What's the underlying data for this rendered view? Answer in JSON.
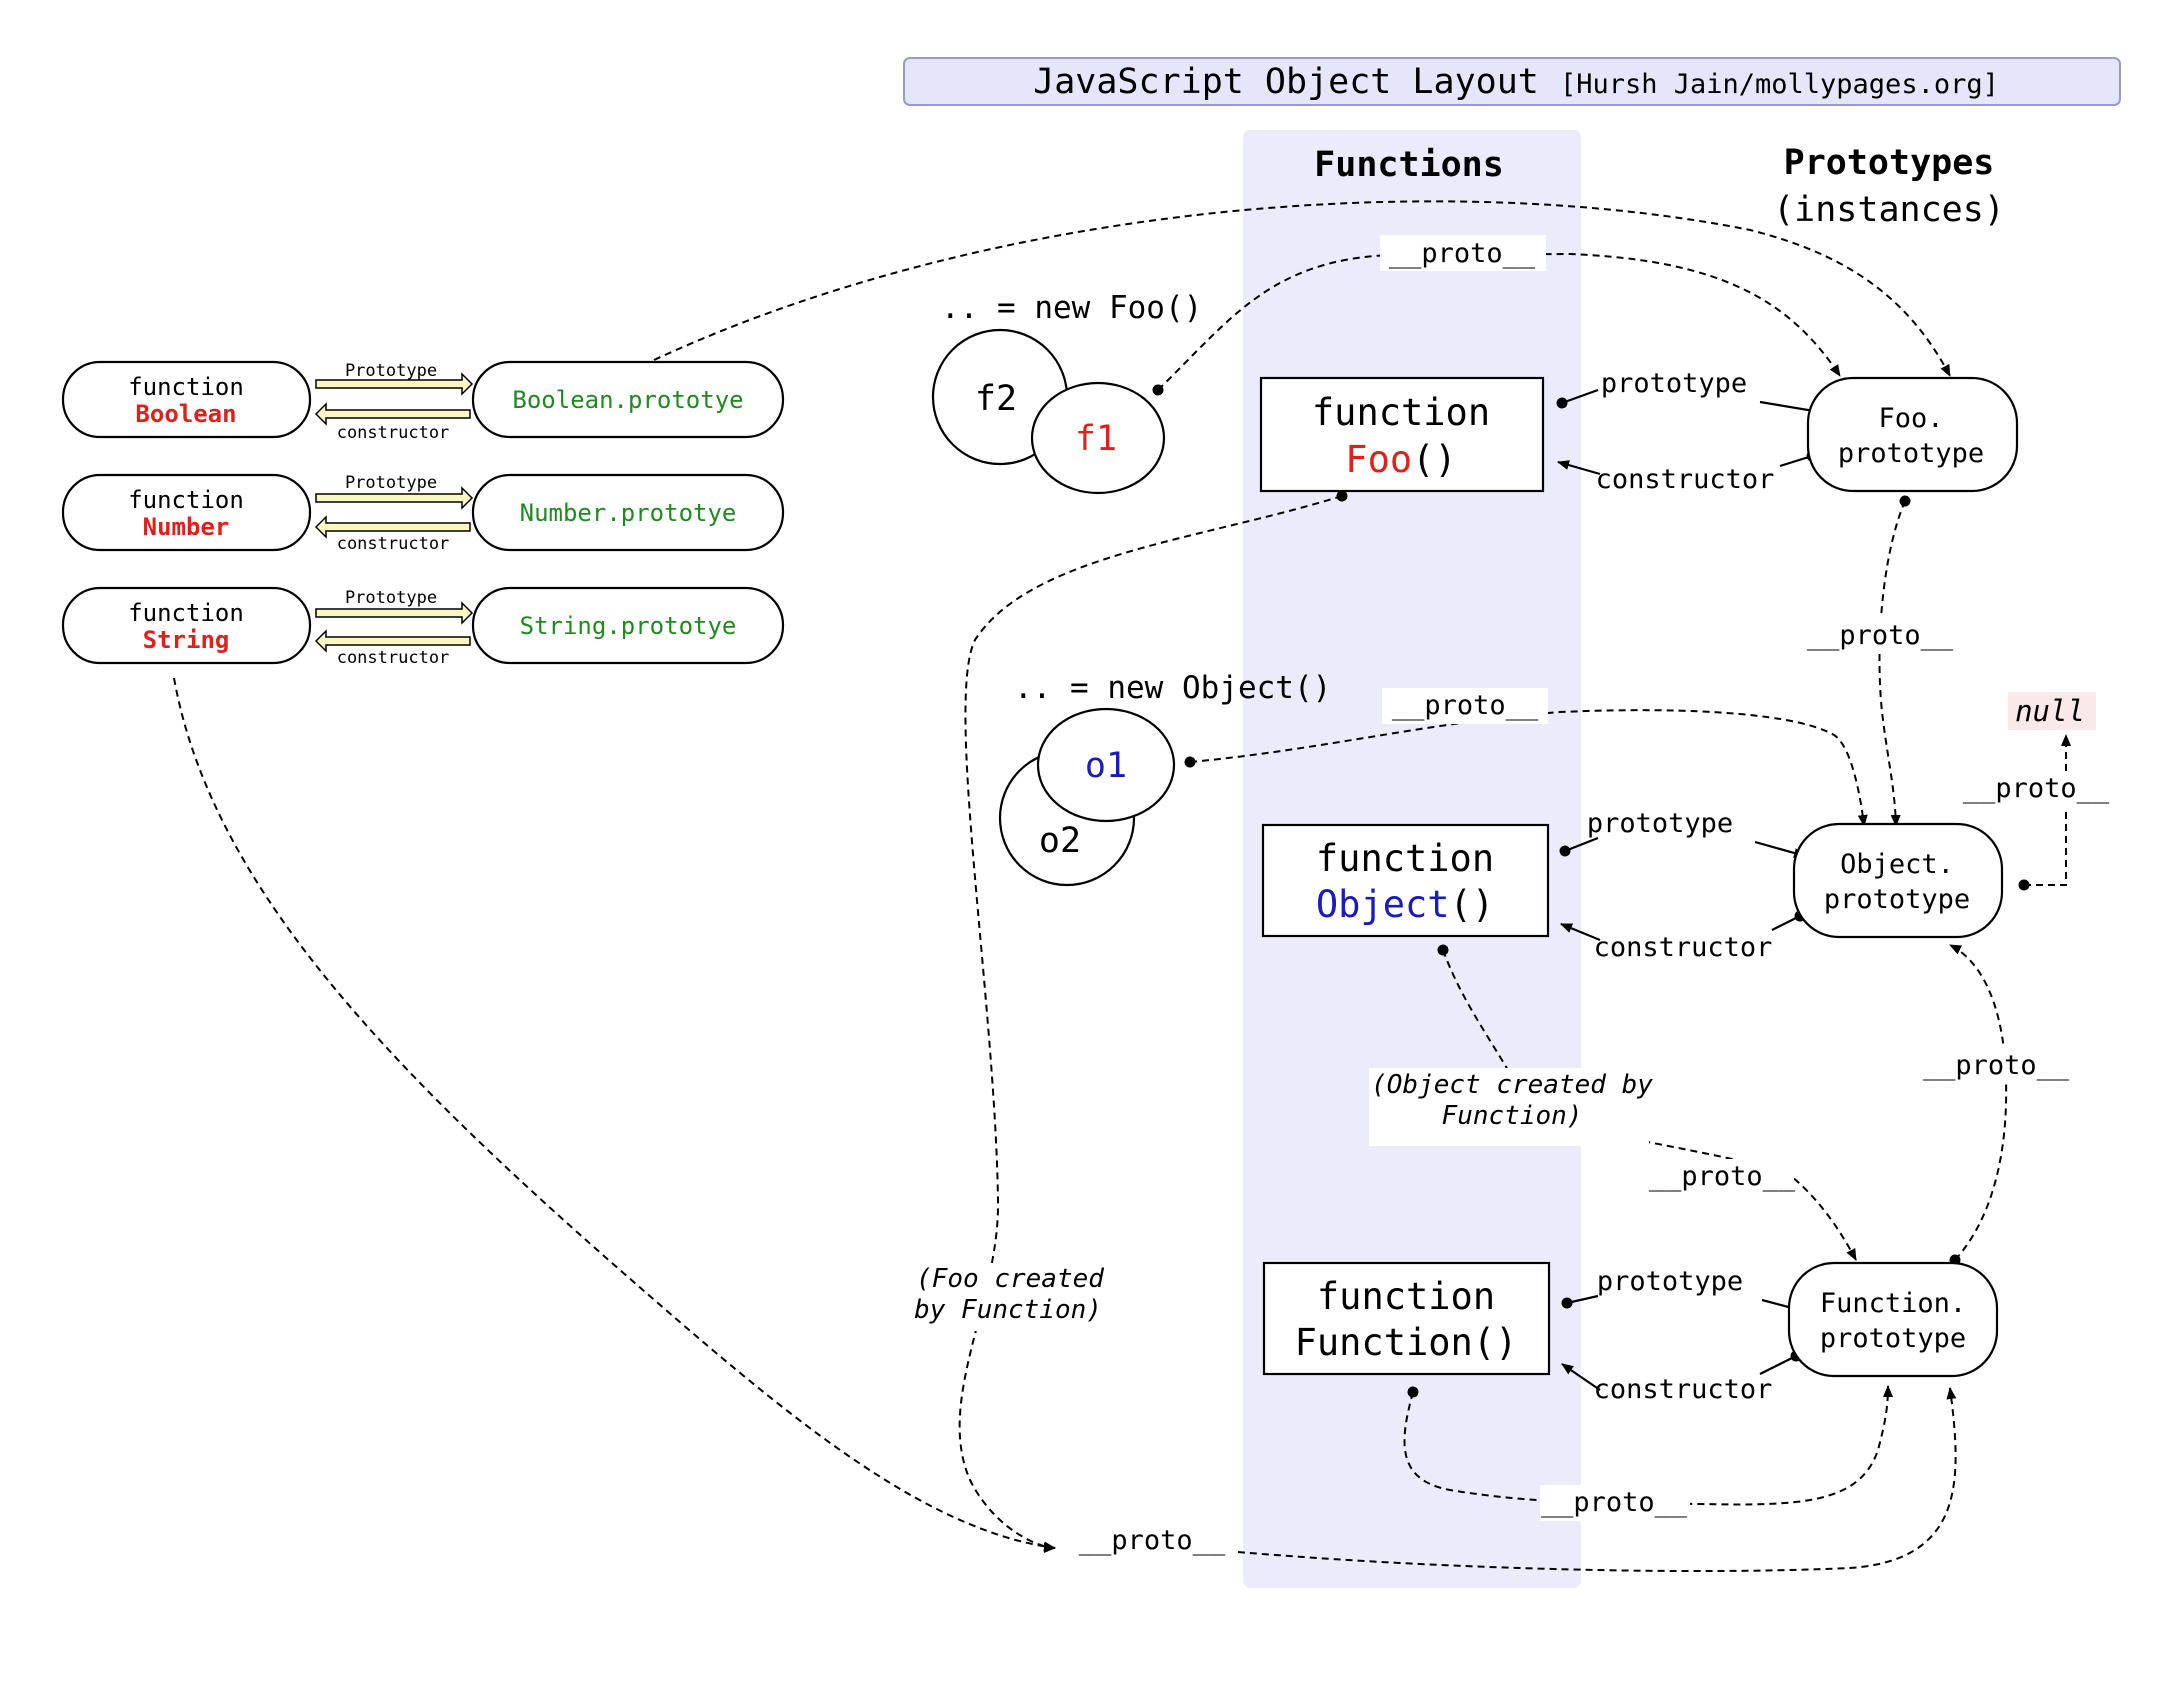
{
  "title": {
    "main": "JavaScript Object Layout",
    "credit": "[Hursh Jain/mollypages.org]"
  },
  "columns": {
    "functions": "Functions",
    "prototypes_line1": "Prototypes",
    "prototypes_line2": "(instances)"
  },
  "builtins": [
    {
      "keyword": "function",
      "name": "Boolean",
      "prototype": "Boolean.prototye",
      "arrow_top": "Prototype",
      "arrow_bottom": "constructor"
    },
    {
      "keyword": "function",
      "name": "Number",
      "prototype": "Number.prototye",
      "arrow_top": "Prototype",
      "arrow_bottom": "constructor"
    },
    {
      "keyword": "function",
      "name": "String",
      "prototype": "String.prototye",
      "arrow_top": "Prototype",
      "arrow_bottom": "constructor"
    }
  ],
  "instances": {
    "foo_caption": ".. = new Foo()",
    "f1": "f1",
    "f2": "f2",
    "object_caption": ".. = new Object()",
    "o1": "o1",
    "o2": "o2"
  },
  "functions": {
    "foo": {
      "keyword": "function",
      "name": "Foo",
      "parens": "()"
    },
    "object": {
      "keyword": "function",
      "name": "Object",
      "parens": "()"
    },
    "function": {
      "keyword": "function",
      "name": "Function()"
    }
  },
  "prototypes": {
    "foo": {
      "line1": "Foo.",
      "line2": "prototype"
    },
    "object": {
      "line1": "Object.",
      "line2": "prototype"
    },
    "function": {
      "line1": "Function.",
      "line2": "prototype"
    },
    "null": "null"
  },
  "edge_labels": {
    "prototype": "prototype",
    "constructor": "constructor",
    "proto": "__proto__"
  },
  "notes": {
    "object_created_line1": "(Object created by",
    "object_created_line2": "Function)",
    "foo_created_line1": "(Foo created",
    "foo_created_line2": "by Function)"
  },
  "colors": {
    "red": "#e0201b",
    "blue": "#1a1abf",
    "green": "#1f8a1f",
    "column_band": "#ebebfb",
    "title_fill": "#e6e6fa",
    "null_fill": "#fbe9e9",
    "builtin_arrow_fill": "#fbf7c0"
  }
}
